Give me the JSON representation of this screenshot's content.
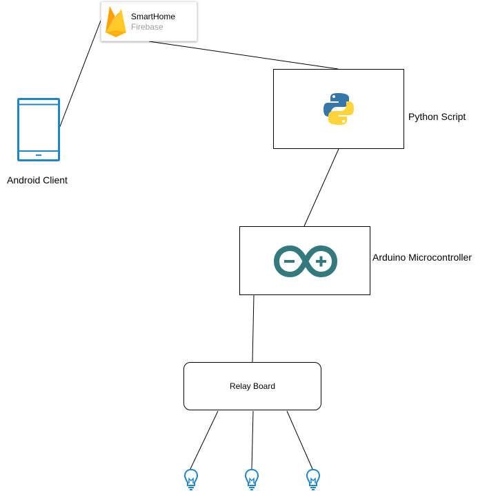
{
  "nodes": {
    "firebase": {
      "title": "SmartHome",
      "subtitle": "Firebase"
    },
    "android": {
      "label": "Android Client"
    },
    "python": {
      "label": "Python Script"
    },
    "arduino": {
      "label": "Arduino Microcontroller"
    },
    "relay": {
      "label": "Relay Board"
    }
  },
  "icons": {
    "firebase": "firebase-flame-icon",
    "android": "tablet-device-icon",
    "python": "python-logo-icon",
    "arduino": "arduino-logo-icon",
    "bulb": "lightbulb-icon"
  },
  "colors": {
    "device_blue": "#1f85c9",
    "arduino_teal": "#34797e",
    "python_blue": "#3776ab",
    "python_yellow": "#ffd43b",
    "firebase_orange": "#f6a821"
  }
}
